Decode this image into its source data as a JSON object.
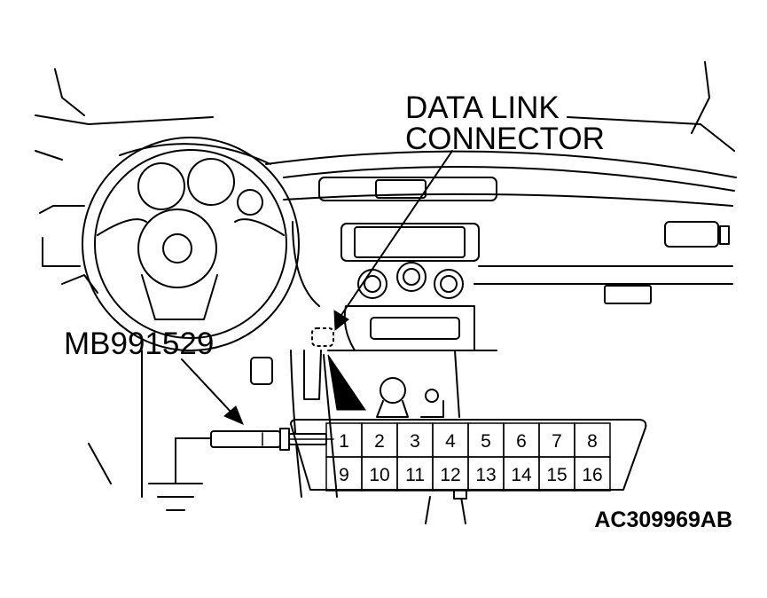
{
  "labels": {
    "connector_line1": "DATA LINK",
    "connector_line2": "CONNECTOR",
    "tool": "MB991529",
    "figure_id": "AC309969AB"
  },
  "pins_top": [
    "1",
    "2",
    "3",
    "4",
    "5",
    "6",
    "7",
    "8"
  ],
  "pins_bottom": [
    "9",
    "10",
    "11",
    "12",
    "13",
    "14",
    "15",
    "16"
  ]
}
